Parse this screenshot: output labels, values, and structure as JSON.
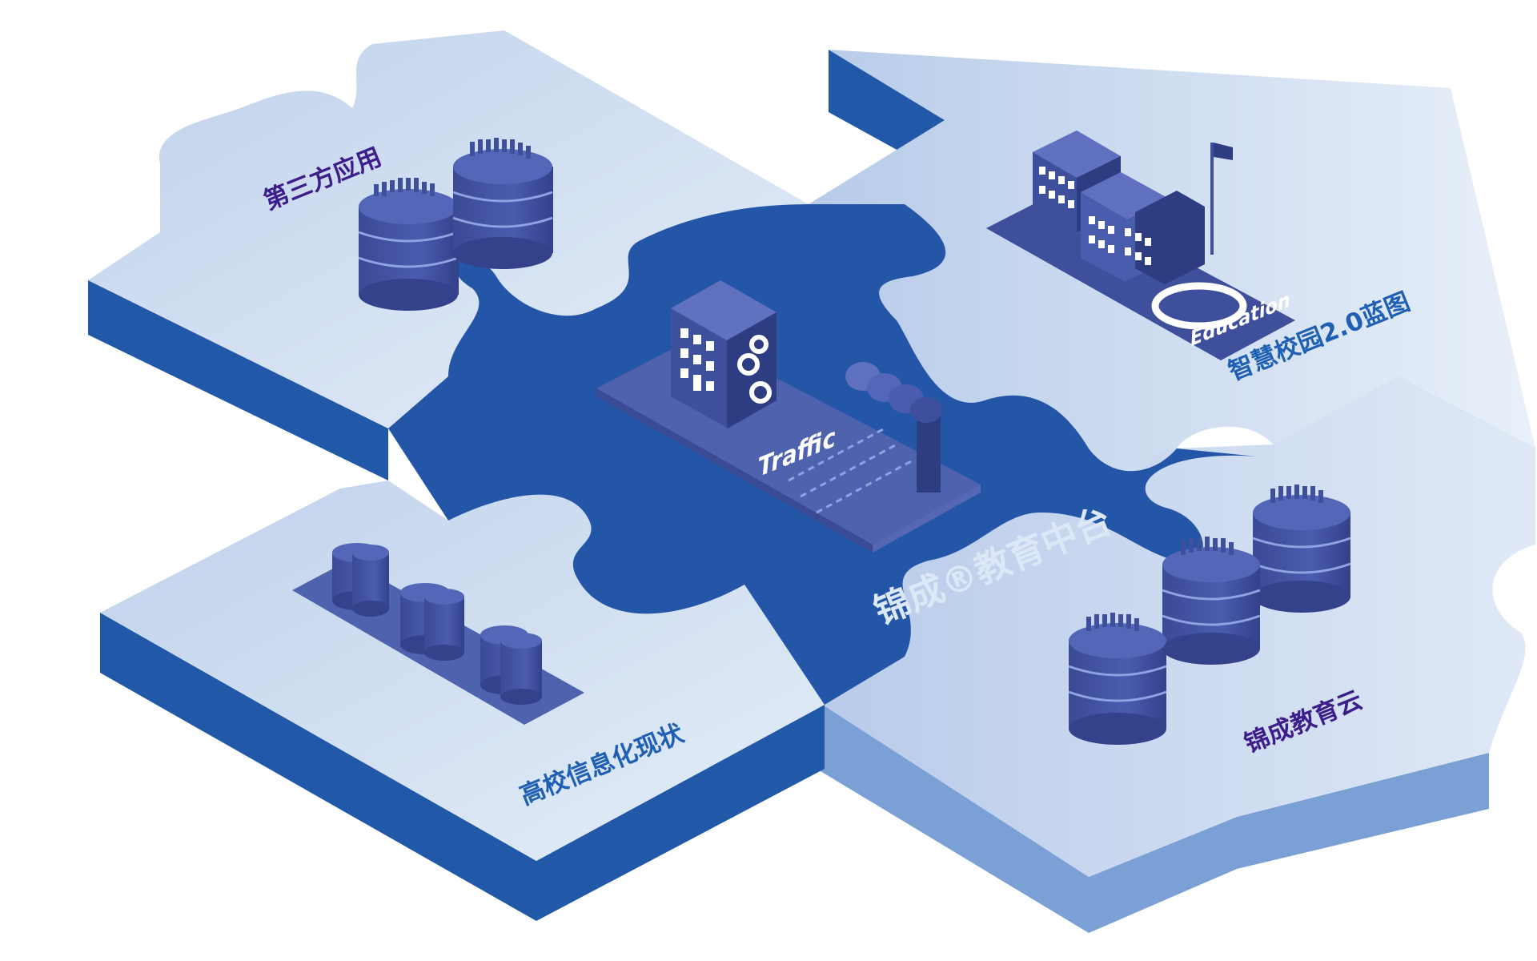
{
  "labels": {
    "third_party": "第三方应用",
    "smart_campus": "智慧校园2.0蓝图",
    "center": "锦成®教育中台",
    "current_state": "高校信息化现状",
    "edu_cloud": "锦成教育云"
  },
  "building_signs": {
    "traffic": "Traffic",
    "education": "Education"
  },
  "colors": {
    "deep_blue": "#2456a8",
    "side_blue": "#2158a7",
    "light_tile": "#d6e4f2",
    "pale_tile": "#c3d3eb",
    "mid_tile": "#7aa0d6",
    "icon_blue": "#3e4f9c",
    "label_purple": "#3d1d8c",
    "label_blue": "#1f5fb4",
    "label_white": "#dde8f6"
  }
}
